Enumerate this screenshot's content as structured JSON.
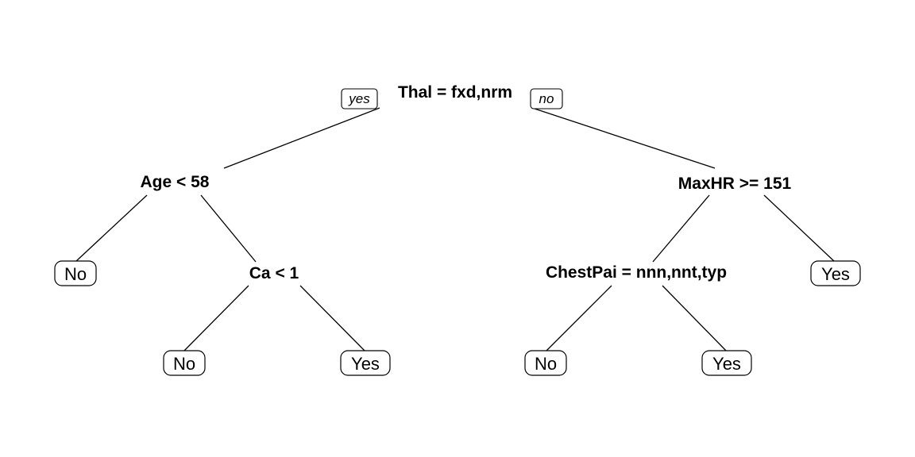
{
  "branch_labels": {
    "left": "yes",
    "right": "no"
  },
  "root": {
    "label": "Thal = fxd,nrm"
  },
  "left": {
    "label": "Age < 58",
    "leaf": {
      "label": "No"
    },
    "child": {
      "label": "Ca < 1",
      "left_leaf": {
        "label": "No"
      },
      "right_leaf": {
        "label": "Yes"
      }
    }
  },
  "right": {
    "label": "MaxHR >= 151",
    "child": {
      "label": "ChestPai = nnn,nnt,typ",
      "left_leaf": {
        "label": "No"
      },
      "right_leaf": {
        "label": "Yes"
      }
    },
    "leaf": {
      "label": "Yes"
    }
  }
}
